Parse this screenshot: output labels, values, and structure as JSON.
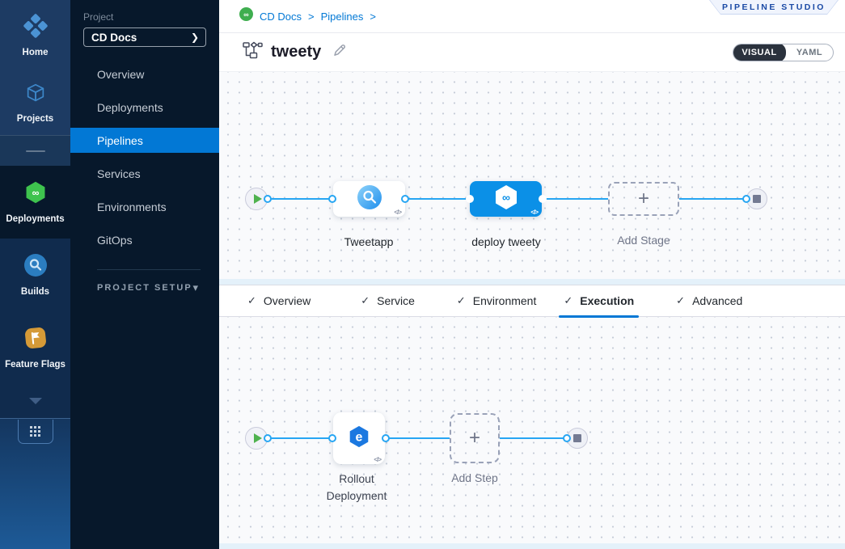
{
  "icons": {
    "check": "✓",
    "chevron_right": "❯",
    "chevron_down": "▾",
    "plus": "+",
    "code": "</>"
  },
  "colors": {
    "accent": "#0278d5",
    "connector": "#27a6f3",
    "selected_node": "#0b90e7",
    "rail_bg": "#1d3b63",
    "sidebar_bg": "#07182b",
    "success_green": "#4fb24f"
  },
  "rail": {
    "home": "Home",
    "projects": "Projects",
    "deployments": "Deployments",
    "builds": "Builds",
    "feature_flags": "Feature Flags"
  },
  "sidebar": {
    "project_label": "Project",
    "project_value": "CD Docs",
    "nav": [
      "Overview",
      "Deployments",
      "Pipelines",
      "Services",
      "Environments",
      "GitOps"
    ],
    "selected_nav": "Pipelines",
    "project_setup": "PROJECT SETUP"
  },
  "header": {
    "breadcrumb": {
      "crumb1": "CD Docs",
      "sep1": ">",
      "crumb2": "Pipelines",
      "sep2": ">"
    },
    "studio_badge": "PIPELINE STUDIO",
    "pipeline_name": "tweety",
    "toggle": {
      "visual": "VISUAL",
      "yaml": "YAML",
      "selected": "VISUAL"
    }
  },
  "stage_canvas": {
    "stages": [
      {
        "label": "Tweetapp"
      },
      {
        "label": "deploy tweety"
      },
      {
        "label": "Add Stage"
      }
    ]
  },
  "tabs": {
    "items": [
      "Overview",
      "Service",
      "Environment",
      "Execution",
      "Advanced"
    ],
    "active": "Execution"
  },
  "step_canvas": {
    "steps": [
      {
        "label": "Rollout Deployment"
      },
      {
        "label": "Add Step"
      }
    ]
  }
}
